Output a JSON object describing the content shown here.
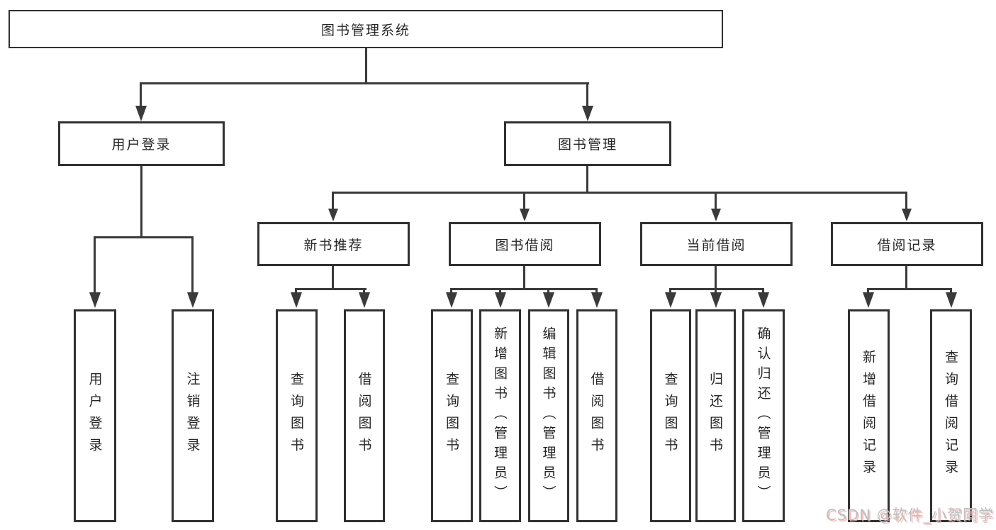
{
  "tree": {
    "root": {
      "label": "图书管理系统",
      "children": [
        {
          "label": "用户登录",
          "children": [
            {
              "label": "用户登录"
            },
            {
              "label": "注销登录"
            }
          ]
        },
        {
          "label": "图书管理",
          "children": [
            {
              "label": "新书推荐",
              "children": [
                {
                  "label": "查询图书"
                },
                {
                  "label": "借阅图书"
                }
              ]
            },
            {
              "label": "图书借阅",
              "children": [
                {
                  "label": "查询图书"
                },
                {
                  "label": "新增图书（管理员）"
                },
                {
                  "label": "编辑图书（管理员）"
                },
                {
                  "label": "借阅图书"
                }
              ]
            },
            {
              "label": "当前借阅",
              "children": [
                {
                  "label": "查询图书"
                },
                {
                  "label": "归还图书"
                },
                {
                  "label": "确认归还（管理员）"
                }
              ]
            },
            {
              "label": "借阅记录",
              "children": [
                {
                  "label": "新增借阅记录"
                },
                {
                  "label": "查询借阅记录"
                }
              ]
            }
          ]
        }
      ]
    }
  },
  "watermark": {
    "text": "CSDN @软件_小贺同学"
  },
  "colors": {
    "background": "#ffffff",
    "line": "#3a3a3a",
    "box_border": "#313131",
    "text": "#262626",
    "watermark_gray": "#bfbfbf",
    "watermark_pink": "#f0b2b2"
  }
}
